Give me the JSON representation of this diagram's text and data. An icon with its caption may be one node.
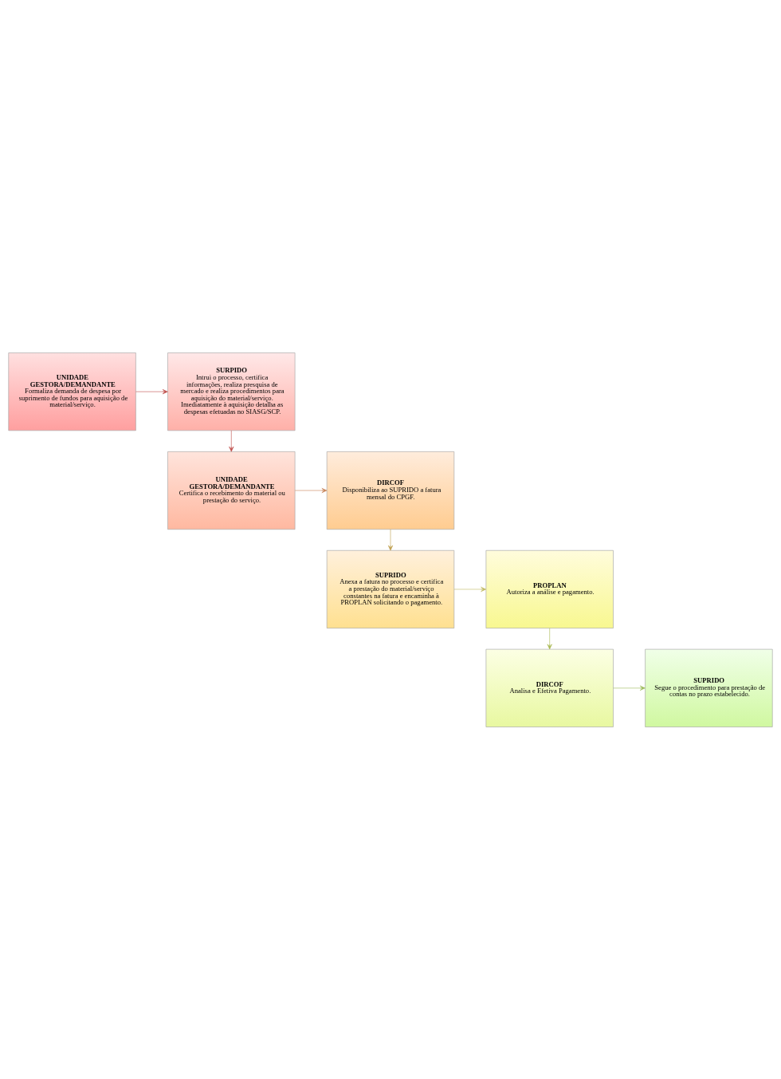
{
  "diagram": {
    "nodes": [
      {
        "text": [
          "UNIDADE GESTORA/DEMANDANTE",
          "Formaliza demanda de despesa por suprimento de fundos para aquisição de material/serviço."
        ]
      },
      {
        "text": [
          "SURPIDO",
          "Intrui o processo, certifica informações, realiza presquisa de mercado e realiza procedimentos para aquisição do material/serviço. Imediatamente à aquisição detalha as despesas efetuadas no SIASG/SCP."
        ]
      },
      {
        "text": [
          "UNIDADE GESTORA/DEMANDANTE",
          "Certifica o recebimento do material ou prestação do serviço."
        ]
      },
      {
        "text": [
          "DIRCOF",
          "Disponibiliza ao SUPRIDO a fatura mensal do CPGF."
        ]
      },
      {
        "text": [
          "SUPRIDO",
          "Anexa a fatura no processo e certifica a prestação do material/serviço constantes na fatura e encaminha à PROPLAN solicitando o pagamento."
        ]
      },
      {
        "text": [
          "PROPLAN",
          "Autoriza a análise e pagamento."
        ]
      },
      {
        "text": [
          "DIRCOF",
          "Analisa e Efetiva Pagamento."
        ]
      },
      {
        "text": [
          "SUPRIDO",
          "Segue o procedimento para prestação de contas no prazo estabelecido."
        ]
      }
    ],
    "edges": [
      {
        "from": 0,
        "to": 1,
        "arrow": "to",
        "color": "#c0504d"
      },
      {
        "from": 1,
        "to": 2,
        "arrow": "to",
        "color": "#c0504d"
      },
      {
        "from": 2,
        "to": 3,
        "arrow": "to",
        "color": "#c8845a"
      },
      {
        "from": 3,
        "to": 4,
        "arrow": "to",
        "color": "#c0a050"
      },
      {
        "from": 4,
        "to": 5,
        "arrow": "to",
        "color": "#c0b860"
      },
      {
        "from": 5,
        "to": 6,
        "arrow": "to",
        "color": "#a8b850"
      },
      {
        "from": 6,
        "to": 7,
        "arrow": "to",
        "color": "#9bbb59"
      }
    ]
  }
}
